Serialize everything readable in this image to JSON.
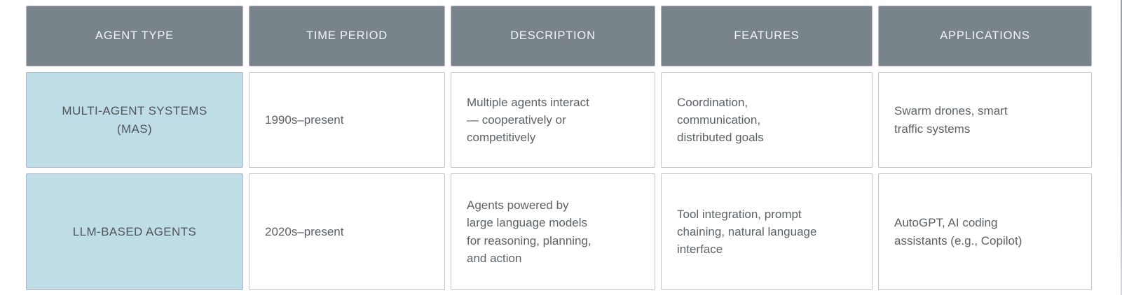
{
  "table": {
    "headers": [
      "AGENT TYPE",
      "TIME PERIOD",
      "DESCRIPTION",
      "FEATURES",
      "APPLICATIONS"
    ],
    "rows": [
      {
        "agent_type": "MULTI-AGENT SYSTEMS\n(MAS)",
        "time_period": "1990s–present",
        "description": "Multiple agents interact\n— cooperatively or\ncompetitively",
        "features": "Coordination,\ncommunication,\ndistributed goals",
        "applications": "Swarm drones, smart\ntraffic systems"
      },
      {
        "agent_type": "LLM-BASED AGENTS",
        "time_period": "2020s–present",
        "description": "Agents powered by\nlarge language models\nfor reasoning, planning,\nand action",
        "features": "Tool integration, prompt\nchaining, natural language\ninterface",
        "applications": "AutoGPT, AI coding\nassistants (e.g., Copilot)"
      }
    ]
  },
  "chart_data": {
    "type": "table",
    "columns": [
      "AGENT TYPE",
      "TIME PERIOD",
      "DESCRIPTION",
      "FEATURES",
      "APPLICATIONS"
    ],
    "rows": [
      [
        "MULTI-AGENT SYSTEMS (MAS)",
        "1990s–present",
        "Multiple agents interact — cooperatively or competitively",
        "Coordination, communication, distributed goals",
        "Swarm drones, smart traffic systems"
      ],
      [
        "LLM-BASED AGENTS",
        "2020s–present",
        "Agents powered by large language models for reasoning, planning, and action",
        "Tool integration, prompt chaining, natural language interface",
        "AutoGPT, AI coding assistants (e.g., Copilot)"
      ]
    ]
  },
  "colors": {
    "header_bg": "#78838a",
    "header_text": "#f4f5f5",
    "agent_cell_bg": "#bfdde6",
    "cell_border": "#c6c1d6",
    "body_text": "#5c6165"
  }
}
